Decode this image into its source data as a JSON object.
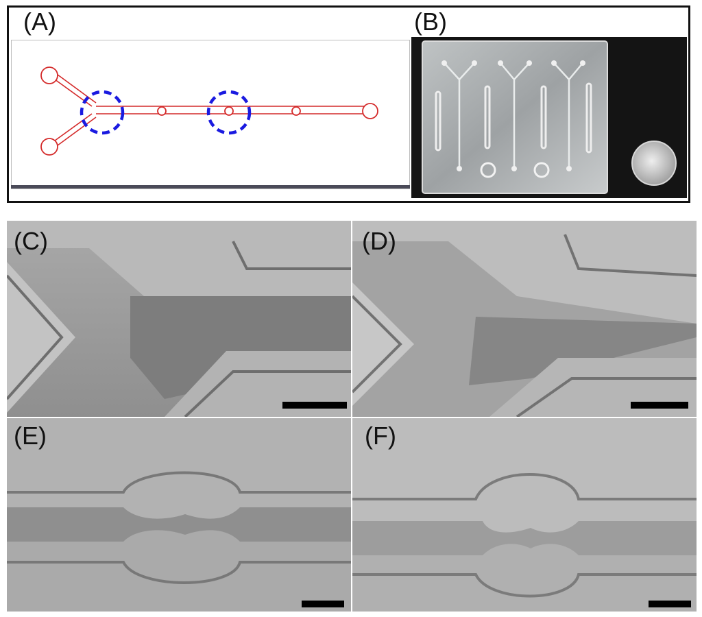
{
  "panels": {
    "a": {
      "label": "(A)"
    },
    "b": {
      "label": "(B)"
    },
    "c": {
      "label": "(C)"
    },
    "d": {
      "label": "(D)"
    },
    "e": {
      "label": "(E)"
    },
    "f": {
      "label": "(F)"
    }
  },
  "colors": {
    "channel_outline": "#d42a2a",
    "highlight_circle": "#1a1ae0",
    "sem_gray": "#8c8c8c",
    "photo_background": "#141414",
    "scale_bar": "#000000"
  }
}
